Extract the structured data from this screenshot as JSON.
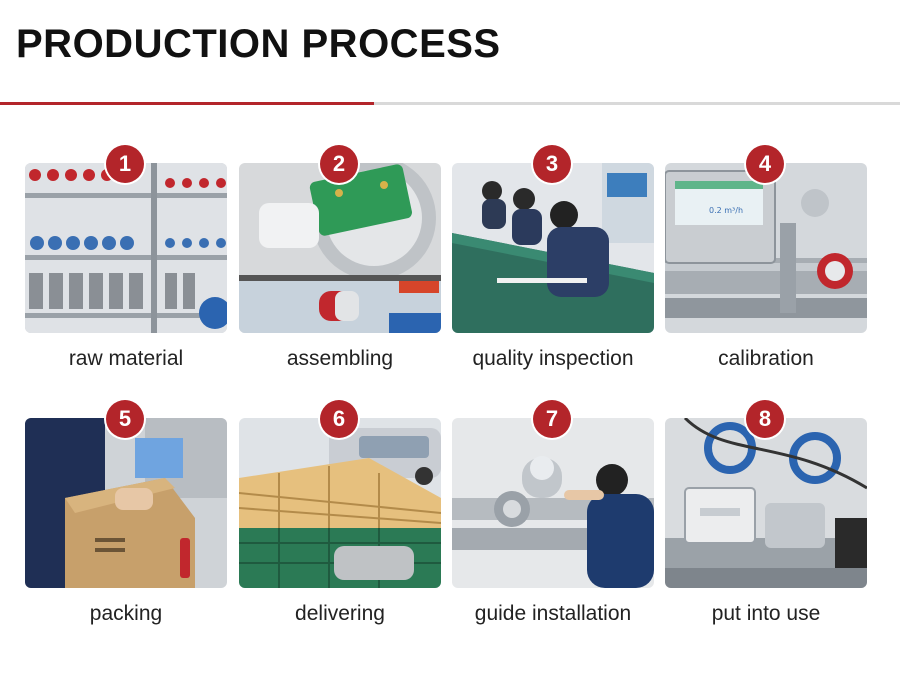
{
  "header": {
    "title": "PRODUCTION PROCESS"
  },
  "colors": {
    "accent": "#b3252a",
    "divider": "#d9d9d9"
  },
  "steps": [
    {
      "number": "1",
      "label": "raw material"
    },
    {
      "number": "2",
      "label": "assembling"
    },
    {
      "number": "3",
      "label": "quality inspection"
    },
    {
      "number": "4",
      "label": "calibration"
    },
    {
      "number": "5",
      "label": "packing"
    },
    {
      "number": "6",
      "label": "delivering"
    },
    {
      "number": "7",
      "label": "guide installation"
    },
    {
      "number": "8",
      "label": "put into use"
    }
  ]
}
